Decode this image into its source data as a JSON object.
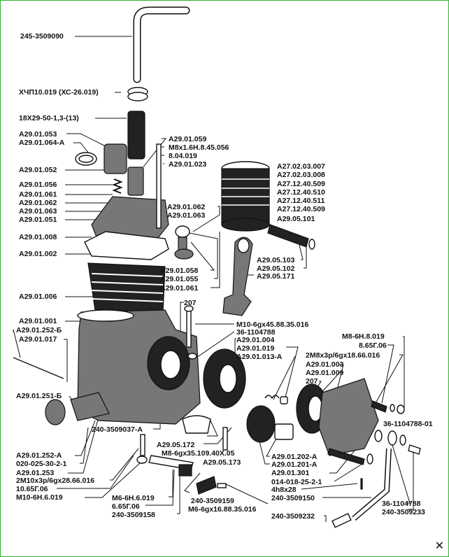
{
  "title": "Air compressor exploded-view diagram",
  "labels": {
    "l01": "245-3509090",
    "l02": "ХЧП10.019 (ХС-26.019)",
    "l03": "18Х29-50-1,3-(13)",
    "l04": "A29.01.053",
    "l05": "A29.01.064-A",
    "l06": "A29.01.052",
    "l07": "A29.01.056",
    "l08": "A29.01.061",
    "l09": "A29.01.062",
    "l10": "A29.01.063",
    "l11": "A29.01.051",
    "l12": "A29.01.008",
    "l13": "A29.01.002",
    "l14": "A29.01.006",
    "l15": "A29.01.001",
    "l16": "A29.01.252-Б",
    "l17": "A29.01.017",
    "l18": "A29.01.251-Б",
    "l19": "A29.01.252-A",
    "l20": "020-025-30-2-1",
    "l21": "A29.01.253",
    "l22": "2M10x3p/6gx28.66.016",
    "l23": "10.65Г.06",
    "l24": "M10-6H.6.019",
    "l25": "A29.01.059",
    "l26": "M8x1.6H.8.45.056",
    "l27": "8.04.019",
    "l28": "A29.01.023",
    "l29": "A29.01.062",
    "l30": "A29.01.063",
    "l31": "A29.01.058",
    "l32": "A29.01.055",
    "l33": "A29.01.061",
    "l34": "A27.02.03.007",
    "l35": "A27.02.03.008",
    "l36": "A27.12.40.509",
    "l37": "A27.12.40.510",
    "l38": "A27.12.40.511",
    "l39": "A27.12.40.509",
    "l40": "A29.05.101",
    "l41": "A29.05.103",
    "l42": "A29.05.102",
    "l43": "A29.05.171",
    "l44": "207",
    "l45": "M10-6gx45.88.35.016",
    "l46": "36-1104788",
    "l47": "A29.01.004",
    "l48": "A29.01.019",
    "l49": "A29.01.013-A",
    "l50": "M8-6H.8.019",
    "l51": "8.65Г.06",
    "l52": "2M8x3p/6gx18.66.016",
    "l53": "A29.01.003",
    "l54": "A29.01.009",
    "l55": "207",
    "l56": "240-3509037-A",
    "l57": "A29.05.172",
    "l58": "M8-6gx35.109.40X.05",
    "l59": "A29.05.173",
    "l60": "A29.01.202-A",
    "l61": "A29.01.201-A",
    "l62": "A29.01.301",
    "l63": "014-018-25-2-1",
    "l64": "4h8x28",
    "l65": "240-3509150",
    "l66": "240-3509232",
    "l67": "240-3509159",
    "l68": "M6-6gx16.88.35.016",
    "l69": "M6-6H.6.019",
    "l70": "6.65Г.06",
    "l71": "240-3509158",
    "l72": "36-1104788-01",
    "l73": "36-1104788",
    "l74": "240-3509233"
  },
  "logo_icon": "wrench-screwdriver-icon"
}
